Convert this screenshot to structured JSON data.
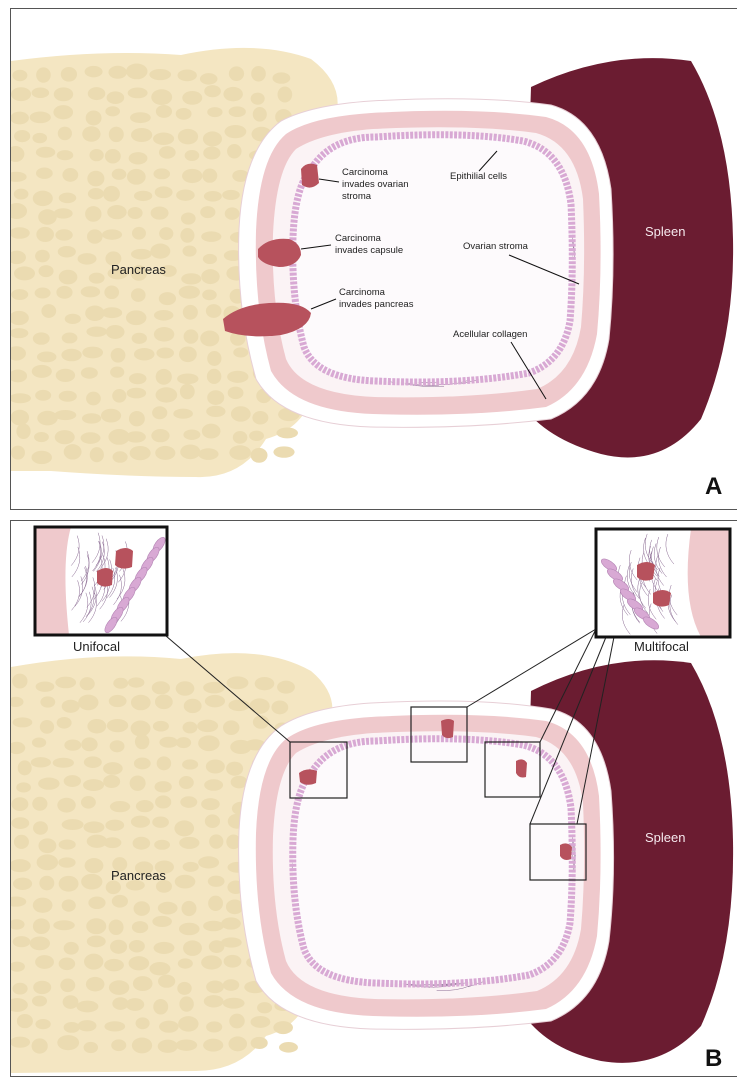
{
  "colors": {
    "pancreas": "#f4e6c2",
    "pancreas_cell": "#ebdbb1",
    "spleen": "#6b1c31",
    "capsule": "#efc9cc",
    "epithelium": "#d8a9d4",
    "carcinoma": "#b7525d",
    "frame": "#333333"
  },
  "panel_a": {
    "label": "A",
    "pancreas": "Pancreas",
    "spleen": "Spleen",
    "ann_stroma_invasion": [
      "Carcinoma",
      "invades ovarian",
      "stroma"
    ],
    "ann_capsule_invasion": [
      "Carcinoma",
      "invades capsule"
    ],
    "ann_pancreas_invasion": [
      "Carcinoma",
      "invades pancreas"
    ],
    "ann_epithelial": "Epithilial cells",
    "ann_ovarian_stroma": "Ovarian stroma",
    "ann_collagen": "Acellular collagen"
  },
  "panel_b": {
    "label": "B",
    "pancreas": "Pancreas",
    "spleen": "Spleen",
    "unifocal": "Unifocal",
    "multifocal": "Multifocal"
  }
}
